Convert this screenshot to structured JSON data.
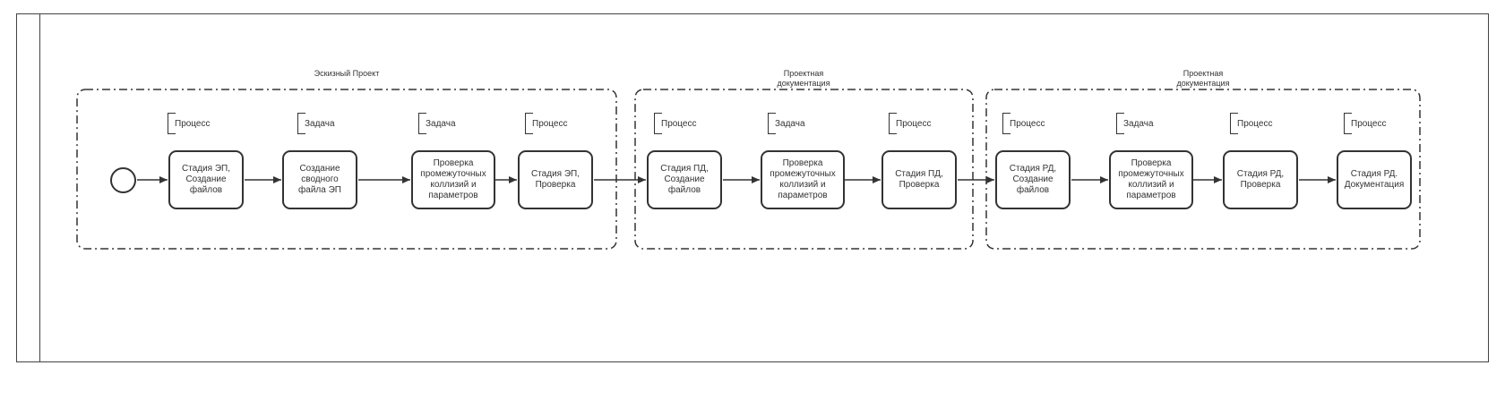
{
  "groups": [
    {
      "label": "Эскизный Проект"
    },
    {
      "label": "Проектная\nдокументация"
    },
    {
      "label": "Проектная\nдокументация"
    }
  ],
  "annotations": [
    "Процесс",
    "Задача",
    "Задача",
    "Процесс",
    "Процесс",
    "Задача",
    "Процесс",
    "Процесс",
    "Задача",
    "Процесс",
    "Процесс"
  ],
  "tasks": [
    "Стадия ЭП,\nСоздание\nфайлов",
    "Создание\nсводного\nфайла ЭП",
    "Проверка\nпромежуточных\nколлизий и\nпараметров",
    "Стадия ЭП,\nПроверка",
    "Стадия ПД,\nСоздание\nфайлов",
    "Проверка\nпромежуточных\nколлизий и\nпараметров",
    "Стадия ПД,\nПроверка",
    "Стадия РД,\nСоздание\nфайлов",
    "Проверка\nпромежуточных\nколлизий и\nпараметров",
    "Стадия РД,\nПроверка",
    "Стадия РД.\nДокументация"
  ]
}
